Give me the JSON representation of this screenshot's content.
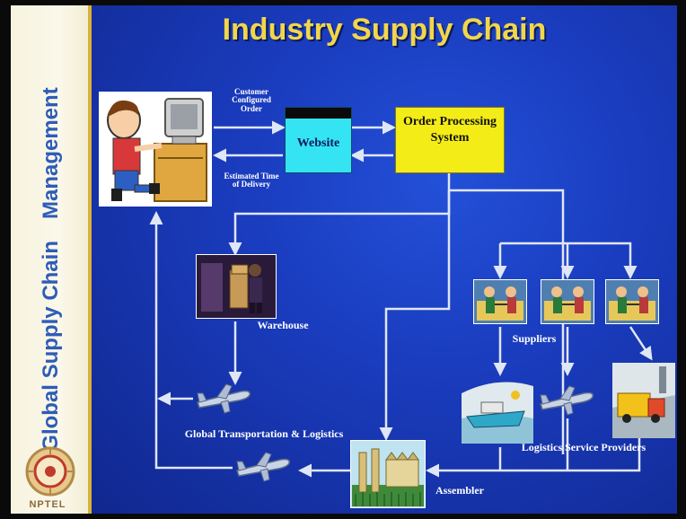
{
  "sidebar": {
    "title_part1": "Global Supply Chain",
    "title_part2": "Management",
    "logo_text": "NPTEL"
  },
  "slide": {
    "title": "Industry Supply Chain"
  },
  "labels": {
    "customer_configured_order": "Customer Configured Order",
    "estimated_time_of_delivery": "Estimated Time of Delivery",
    "website": "Website",
    "order_processing_system": "Order Processing System",
    "warehouse": "Warehouse",
    "suppliers": "Suppliers",
    "global_transport": "Global Transportation & Logistics",
    "logistics_service_providers": "Logistics Service Providers",
    "assembler": "Assembler"
  },
  "colors": {
    "slide_blue": "#1a3cbe",
    "title_yellow": "#f2d64a",
    "website_cyan": "#35e4f2",
    "ops_yellow": "#f4ec16",
    "arrow": "#dfe6f5",
    "sidebar_text": "#2e5cb8"
  },
  "icons": {
    "customer": "person-at-computer-icon",
    "warehouse": "warehouse-worker-icon",
    "supplier": "supplier-icon",
    "airplane": "airplane-icon",
    "ship": "cargo-ship-icon",
    "truck": "delivery-truck-icon",
    "assembler": "factory-icon"
  }
}
